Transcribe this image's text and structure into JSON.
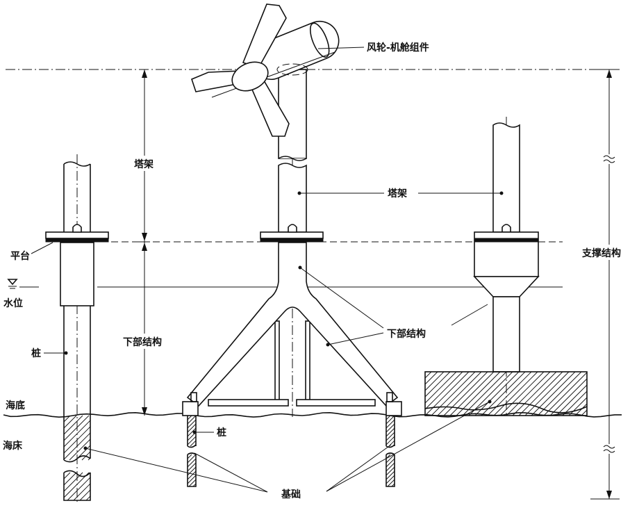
{
  "labels": {
    "rotor_nacelle": "风轮-机舱组件",
    "tower_left": "塔架",
    "tower_center": "塔架",
    "platform": "平台",
    "water_level": "水位",
    "substructure_left": "下部结构",
    "substructure_right": "下部结构",
    "support_structure": "支撑结构",
    "pile_left": "桩",
    "pile_center": "桩",
    "seabed_surface": "海底",
    "seabed": "海床",
    "foundation": "基础"
  },
  "colors": {
    "ink": "#111111",
    "background": "#ffffff"
  }
}
